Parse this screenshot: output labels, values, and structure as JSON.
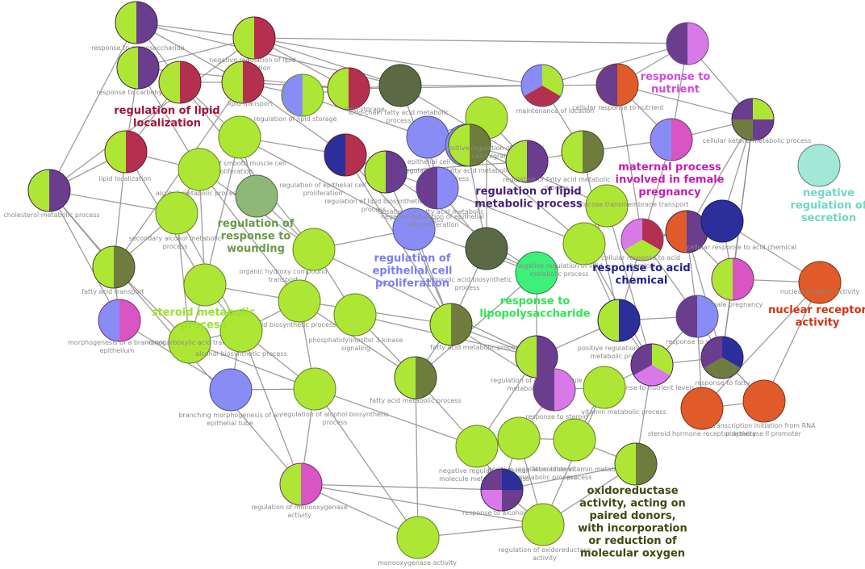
{
  "colors": {
    "lime": "#aee636",
    "olive": "#6e7d3e",
    "purple": "#6b3d8f",
    "crimson": "#b5304f",
    "blue": "#8a8cf5",
    "orange": "#e05a2a",
    "magenta": "#d955c4",
    "lilac": "#d77ae8",
    "navy": "#2b2f9c",
    "mint": "#a3e8d7",
    "green": "#3ef07a",
    "sage": "#8fb878",
    "darkolive": "#5b6a45"
  },
  "group_labels": [
    {
      "lines": [
        "regulation of lipid",
        "localization"
      ],
      "color": "#a0163c"
    },
    {
      "lines": [
        "response to",
        "nutrient"
      ],
      "color": "#d24cdc"
    },
    {
      "lines": [
        "maternal process",
        "involved in female",
        "pregnancy"
      ],
      "color": "#c51eb0"
    },
    {
      "lines": [
        "negative",
        "regulation of",
        "secretion"
      ],
      "color": "#6fd8c3"
    },
    {
      "lines": [
        "regulation of",
        "response to",
        "wounding"
      ],
      "color": "#6a9a4a"
    },
    {
      "lines": [
        "regulation of lipid",
        "metabolic process"
      ],
      "color": "#4a1f78"
    },
    {
      "lines": [
        "regulation of",
        "epithelial cell",
        "proliferation"
      ],
      "color": "#7b7ef0"
    },
    {
      "lines": [
        "response to acid",
        "chemical"
      ],
      "color": "#1e1e8c"
    },
    {
      "lines": [
        "response to",
        "lipopolysaccharide"
      ],
      "color": "#2ee64f"
    },
    {
      "lines": [
        "steroid metabolic",
        "process"
      ],
      "color": "#9ae12e"
    },
    {
      "lines": [
        "nuclear receptor",
        "activity"
      ],
      "color": "#d2320f"
    },
    {
      "lines": [
        "oxidoreductase",
        "activity, acting on",
        "paired donors,",
        "with incorporation",
        "or reduction of",
        "molecular oxygen"
      ],
      "color": "#3e4a10"
    }
  ],
  "nodes": [
    {
      "id": "n1",
      "colors": [
        "lime",
        "purple"
      ],
      "label": [
        "response to monosaccharide"
      ]
    },
    {
      "id": "n2",
      "colors": [
        "lime",
        "purple"
      ],
      "label": [
        "response to carbohydrate"
      ]
    },
    {
      "id": "n3",
      "colors": [
        "lime",
        "crimson"
      ],
      "label": [
        "negative regulation of lipid",
        "localization"
      ]
    },
    {
      "id": "n4",
      "colors": [
        "lime",
        "crimson"
      ],
      "label": []
    },
    {
      "id": "n5",
      "colors": [
        "lime",
        "crimson"
      ],
      "label": [
        "lipid transport"
      ]
    },
    {
      "id": "n6",
      "colors": [
        "blue",
        "lime"
      ],
      "label": [
        "regulation of lipid storage"
      ]
    },
    {
      "id": "n7",
      "colors": [
        "lime",
        "crimson"
      ],
      "label": [
        "lipid storage"
      ]
    },
    {
      "id": "n8",
      "colors": [
        "darkolive"
      ],
      "label": [
        "long-chain fatty acid metabolic",
        "process"
      ]
    },
    {
      "id": "n9",
      "colors": [
        "lime",
        "crimson",
        "blue"
      ],
      "label": [
        "maintenance of location"
      ]
    },
    {
      "id": "n10",
      "colors": [
        "purple",
        "orange"
      ],
      "label": [
        "cellular response to nutrient"
      ]
    },
    {
      "id": "n11",
      "colors": [
        "purple",
        "lilac"
      ],
      "label": []
    },
    {
      "id": "n12",
      "colors": [
        "lime",
        "crimson"
      ],
      "label": [
        "lipid localization"
      ]
    },
    {
      "id": "n13",
      "colors": [
        "lime",
        "purple"
      ],
      "label": [
        "cholesterol metabolic process"
      ]
    },
    {
      "id": "n14",
      "colors": [
        "lime"
      ],
      "label": [
        "regulation of smooth muscle cell",
        "proliferation"
      ]
    },
    {
      "id": "n15",
      "colors": [
        "lime"
      ],
      "label": [
        "epithelial cell migration"
      ]
    },
    {
      "id": "n16",
      "colors": [
        "blue"
      ],
      "label": []
    },
    {
      "id": "n17",
      "colors": [
        "blue"
      ],
      "label": []
    },
    {
      "id": "n18",
      "colors": [
        "lime",
        "olive"
      ],
      "label": [
        "positive regulation of epithelial",
        "cell migration"
      ]
    },
    {
      "id": "n19",
      "colors": [
        "lime",
        "purple"
      ],
      "label": [
        "regulation of fatty acid metabolic",
        "process"
      ]
    },
    {
      "id": "n20",
      "colors": [
        "lime",
        "olive"
      ],
      "label": [
        "regulation of fatty acid metabolic",
        "process"
      ]
    },
    {
      "id": "n21",
      "colors": [
        "blue",
        "magenta"
      ],
      "label": []
    },
    {
      "id": "n22",
      "colors": [
        "lime",
        "purple",
        "olive",
        "purple"
      ],
      "label": [
        "cellular ketone metabolic process"
      ]
    },
    {
      "id": "n23",
      "colors": [
        "mint"
      ],
      "label": []
    },
    {
      "id": "n24",
      "colors": [
        "lime"
      ],
      "label": [
        "alcohol metabolic process"
      ]
    },
    {
      "id": "n25",
      "colors": [
        "sage"
      ],
      "label": []
    },
    {
      "id": "n26",
      "colors": [
        "navy",
        "crimson"
      ],
      "label": [
        "regulation of epithelial cell",
        "proliferation"
      ]
    },
    {
      "id": "n27",
      "colors": [
        "lime",
        "purple"
      ],
      "label": [
        "regulation of lipid biosynthetic",
        "process"
      ]
    },
    {
      "id": "n28",
      "colors": [
        "purple",
        "blue"
      ],
      "label": [
        "unsaturated fatty acid metabolic",
        "process"
      ]
    },
    {
      "id": "n29",
      "colors": [
        "lime"
      ],
      "label": [
        "glucose transmembrane transport"
      ]
    },
    {
      "id": "n30",
      "colors": [
        "crimson",
        "lime",
        "lilac"
      ],
      "label": []
    },
    {
      "id": "n31",
      "colors": [
        "orange",
        "purple"
      ],
      "label": [
        "cellular response to acid chemical"
      ]
    },
    {
      "id": "n32",
      "colors": [
        "navy"
      ],
      "label": []
    },
    {
      "id": "n33",
      "colors": [
        "lime"
      ],
      "label": [
        "secondary alcohol metabolic",
        "process"
      ]
    },
    {
      "id": "n34",
      "colors": [
        "blue"
      ],
      "label": [
        "negative regulation of epithelial",
        "cell proliferation"
      ]
    },
    {
      "id": "n35",
      "colors": [
        "darkolive"
      ],
      "label": [
        "carboxylic acid biosynthetic",
        "process"
      ]
    },
    {
      "id": "n36",
      "colors": [
        "lime"
      ],
      "label": [
        "cellular response to acid",
        "chemical"
      ]
    },
    {
      "id": "n37",
      "colors": [
        "lime",
        "olive"
      ],
      "label": [
        "fatty acid transport"
      ]
    },
    {
      "id": "n38",
      "colors": [
        "lime"
      ],
      "label": [
        "organic hydroxy compound",
        "transport"
      ]
    },
    {
      "id": "n39",
      "colors": [
        "green"
      ],
      "label": [
        "negative regulation of lipid",
        "metabolic process"
      ]
    },
    {
      "id": "n40",
      "colors": [
        "lime",
        "magenta"
      ],
      "label": [
        "female pregnancy"
      ]
    },
    {
      "id": "n41",
      "colors": [
        "orange"
      ],
      "label": [
        "nuclear receptor activity"
      ]
    },
    {
      "id": "n42",
      "colors": [
        "lime"
      ],
      "label": []
    },
    {
      "id": "n43",
      "colors": [
        "blue",
        "magenta"
      ],
      "label": [
        "morphogenesis of a branching",
        "epithelium"
      ]
    },
    {
      "id": "n44",
      "colors": [
        "lime"
      ],
      "label": [
        "monocarboxylic acid transport"
      ]
    },
    {
      "id": "n45",
      "colors": [
        "lime"
      ],
      "label": [
        "steroid biosynthetic process"
      ]
    },
    {
      "id": "n46",
      "colors": [
        "lime"
      ],
      "label": [
        "phosphatidylinositol 3-kinase",
        "signaling"
      ]
    },
    {
      "id": "n47",
      "colors": [
        "lime",
        "olive"
      ],
      "label": [
        "fatty acid metabolic process"
      ]
    },
    {
      "id": "n48",
      "colors": [
        "lime",
        "navy"
      ],
      "label": [
        "positive regulation of lipid",
        "metabolic process"
      ]
    },
    {
      "id": "n49",
      "colors": [
        "purple",
        "blue"
      ],
      "label": [
        "response to vitamin"
      ]
    },
    {
      "id": "n50",
      "colors": [
        "lime"
      ],
      "label": [
        "alcohol biosynthetic process"
      ]
    },
    {
      "id": "n51",
      "colors": [
        "lime",
        "purple"
      ],
      "label": [
        "regulation of small molecule",
        "metabolic process"
      ]
    },
    {
      "id": "n52",
      "colors": [
        "lime",
        "lilac",
        "purple"
      ],
      "label": [
        "response to nutrient levels"
      ]
    },
    {
      "id": "n53",
      "colors": [
        "navy",
        "olive",
        "purple"
      ],
      "label": [
        "response to fatty acid"
      ]
    },
    {
      "id": "n54",
      "colors": [
        "blue"
      ],
      "label": [
        "branching morphogenesis of an",
        "epithelial tube"
      ]
    },
    {
      "id": "n55",
      "colors": [
        "lime",
        "olive"
      ],
      "label": [
        "fatty acid metabolic process"
      ]
    },
    {
      "id": "n56",
      "colors": [
        "purple",
        "lilac"
      ],
      "label": [
        "response to steroid"
      ]
    },
    {
      "id": "n57",
      "colors": [
        "lime"
      ],
      "label": [
        "regulation of alcohol biosynthetic",
        "process"
      ]
    },
    {
      "id": "n58",
      "colors": [
        "lime"
      ],
      "label": [
        "vitamin metabolic process"
      ]
    },
    {
      "id": "n59",
      "colors": [
        "orange"
      ],
      "label": [
        "steroid hormone receptor activity"
      ]
    },
    {
      "id": "n60",
      "colors": [
        "orange"
      ],
      "label": [
        "transcription initiation from RNA",
        "polymerase II promoter"
      ]
    },
    {
      "id": "n61",
      "colors": [
        "lime"
      ],
      "label": [
        "negative regulation of small",
        "molecule metabolic process"
      ]
    },
    {
      "id": "n62",
      "colors": [
        "lime"
      ],
      "label": [
        "positive regulation of small",
        "molecule metabolic process"
      ]
    },
    {
      "id": "n63",
      "colors": [
        "lime"
      ],
      "label": [
        "fat-soluble vitamin metabolic",
        "process"
      ]
    },
    {
      "id": "n64",
      "colors": [
        "lime",
        "olive"
      ],
      "label": []
    },
    {
      "id": "n65",
      "colors": [
        "lime",
        "magenta"
      ],
      "label": [
        "regulation of monooxygenase",
        "activity"
      ]
    },
    {
      "id": "n66",
      "colors": [
        "navy",
        "purple",
        "lilac",
        "purple"
      ],
      "label": [
        "response to alcohol"
      ]
    },
    {
      "id": "n67",
      "colors": [
        "lime"
      ],
      "label": [
        "monooxygenase activity"
      ]
    },
    {
      "id": "n68",
      "colors": [
        "lime"
      ],
      "label": [
        "regulation of oxidoreductase",
        "activity"
      ]
    }
  ]
}
